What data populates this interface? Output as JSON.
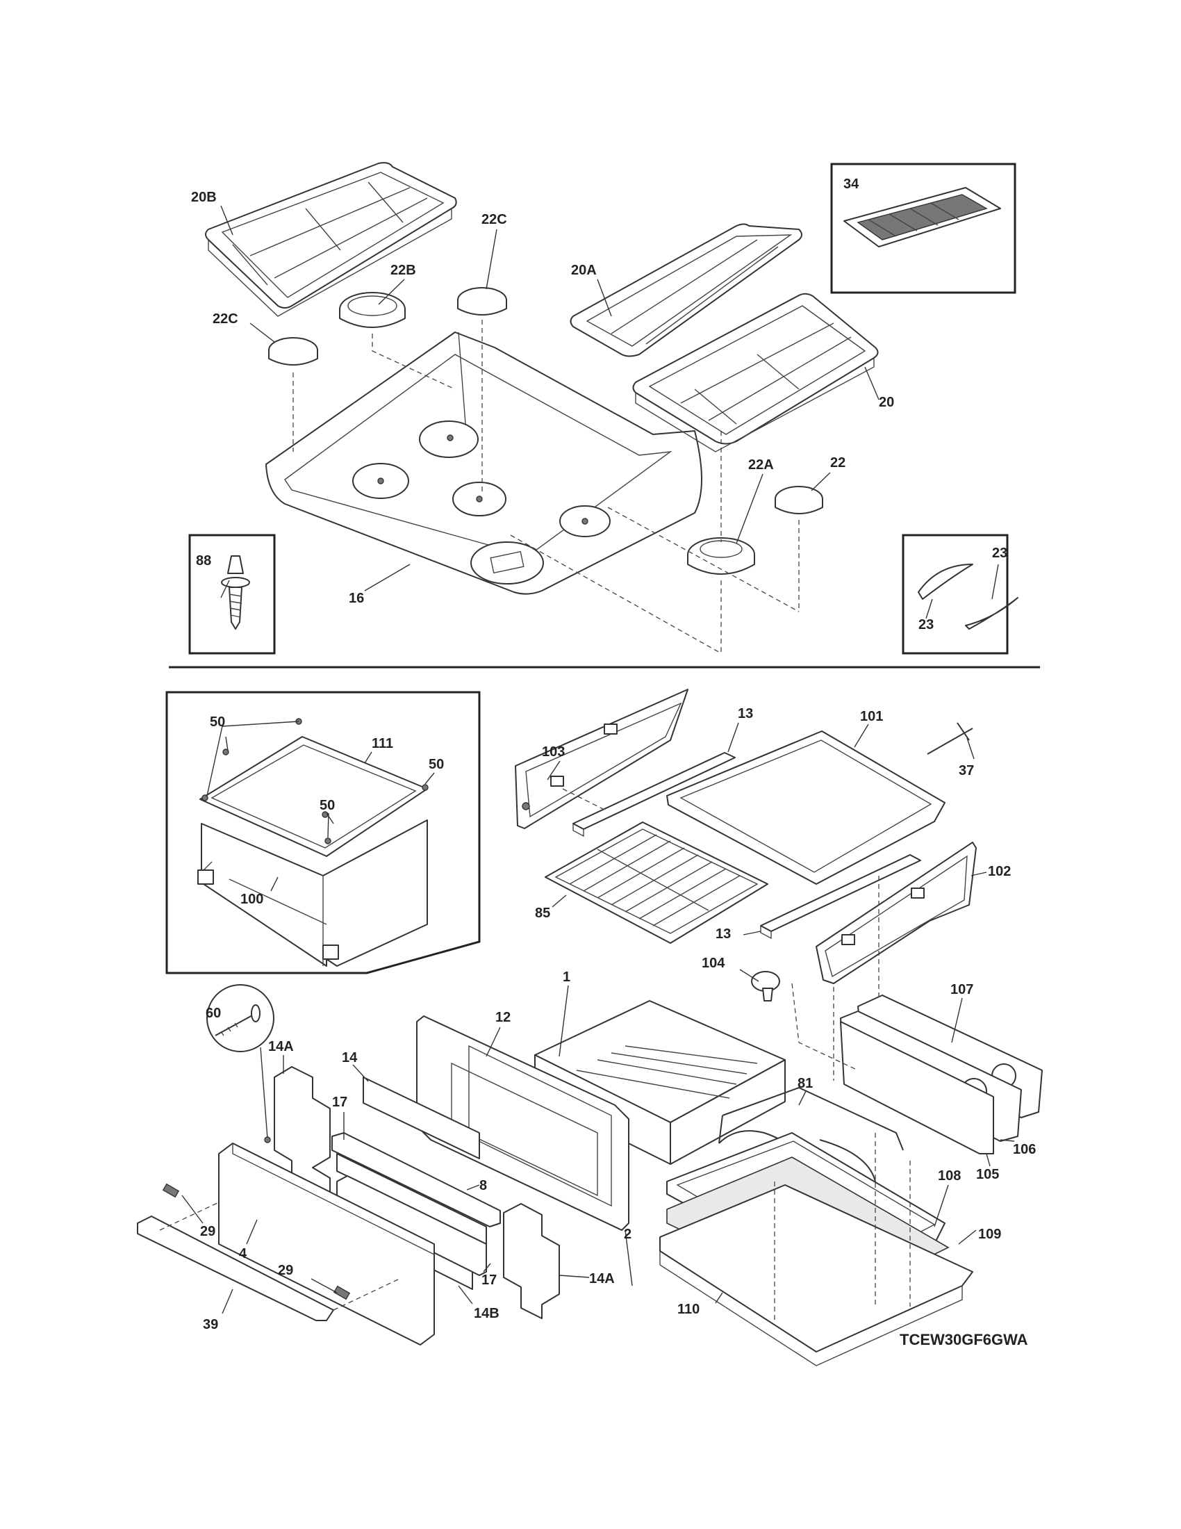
{
  "diagram": {
    "model_number": "TCEW30GF6GWA",
    "callouts": {
      "c20B": "20B",
      "c22B": "22B",
      "c22C_top": "22C",
      "c22C_left": "22C",
      "c20A": "20A",
      "c20": "20",
      "c22A": "22A",
      "c22": "22",
      "c16": "16",
      "c34": "34",
      "c88": "88",
      "c23_top": "23",
      "c23_bottom": "23",
      "c50_top": "50",
      "c50_right": "50",
      "c50_mid": "50",
      "c111": "111",
      "c100": "100",
      "c103": "103",
      "c13_top": "13",
      "c101": "101",
      "c37": "37",
      "c102": "102",
      "c85": "85",
      "c13_bottom": "13",
      "c104": "104",
      "c1": "1",
      "c107": "107",
      "c14A_top": "14A",
      "c14": "14",
      "c12": "12",
      "c60": "60",
      "c17_top": "17",
      "c8": "8",
      "c81": "81",
      "c106": "106",
      "c105": "105",
      "c108": "108",
      "c29_left": "29",
      "c4": "4",
      "c2": "2",
      "c109": "109",
      "c29_bottom": "29",
      "c17_bottom": "17",
      "c14A_bottom": "14A",
      "c39": "39",
      "c14B": "14B",
      "c110": "110"
    }
  }
}
